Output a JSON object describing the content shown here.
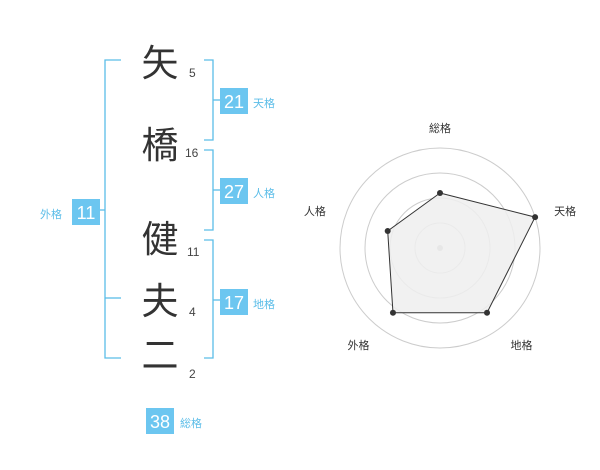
{
  "name": {
    "characters": [
      {
        "char": "矢",
        "strokes": "5"
      },
      {
        "char": "橋",
        "strokes": "16"
      },
      {
        "char": "健",
        "strokes": "11"
      },
      {
        "char": "夫",
        "strokes": "4"
      },
      {
        "char": "二",
        "strokes": "2"
      }
    ]
  },
  "kakusu": {
    "tenkaku": {
      "label": "天格",
      "value": "21"
    },
    "jinkaku": {
      "label": "人格",
      "value": "27"
    },
    "chikaku": {
      "label": "地格",
      "value": "17"
    },
    "gaikaku": {
      "label": "外格",
      "value": "11"
    },
    "soukaku": {
      "label": "総格",
      "value": "38"
    }
  },
  "colors": {
    "accent": "#5bbde8",
    "box_fill": "#6cc6f0",
    "text": "#333333",
    "grid": "#cccccc",
    "radar_fill": "#eeeeee",
    "radar_line": "#333333"
  },
  "chart_data": {
    "type": "radar",
    "axes": [
      "総格",
      "天格",
      "地格",
      "外格",
      "人格"
    ],
    "values": [
      0.55,
      1.0,
      0.8,
      0.8,
      0.55
    ],
    "rings": 4,
    "range": [
      0,
      1
    ]
  }
}
